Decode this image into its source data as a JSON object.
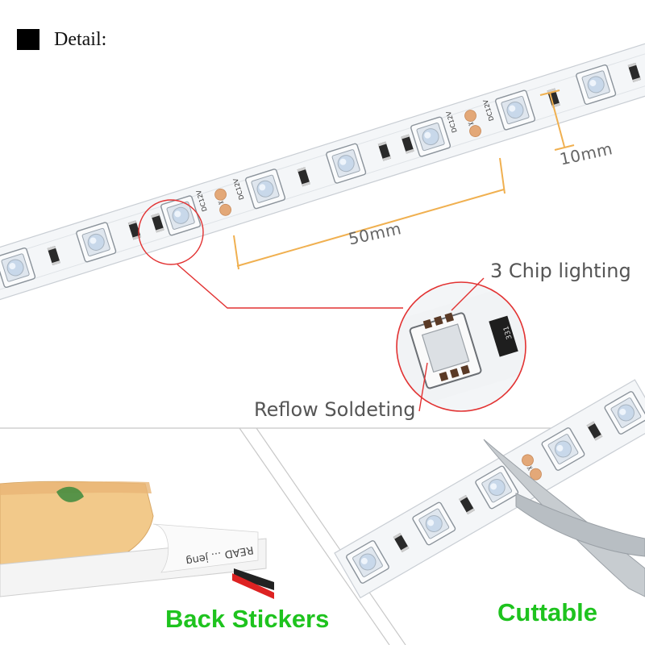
{
  "header": {
    "title": "Detail:"
  },
  "annotations": {
    "width_label": "10mm",
    "length_label": "50mm",
    "chip_label": "3 Chip lighting",
    "solder_label": "Reflow Soldeting"
  },
  "strip": {
    "voltage_label": "DC12V",
    "resistor_code": "331"
  },
  "panels": {
    "left_caption": "Back Stickers",
    "right_caption": "Cuttable"
  },
  "colors": {
    "accent_green": "#1ec31e",
    "callout_red": "#e23232",
    "dimension_orange": "#f0b050",
    "pcb_white": "#f4f6f8",
    "copper_pad": "#e3a878"
  }
}
